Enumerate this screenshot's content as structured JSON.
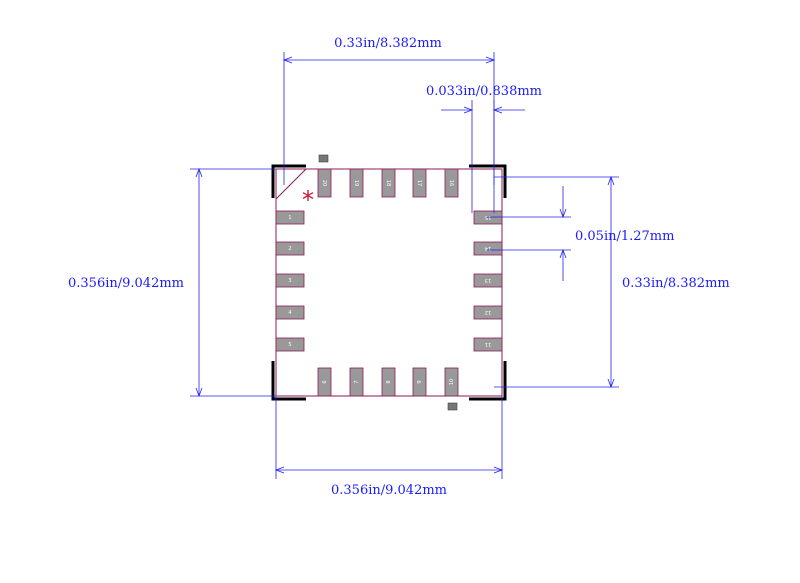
{
  "dimensions": {
    "top_width": "0.33in/8.382mm",
    "pad_width": "0.033in/0.838mm",
    "pitch": "0.05in/1.27mm",
    "right_height": "0.33in/8.382mm",
    "left_height": "0.356in/9.042mm",
    "bottom_width": "0.356in/9.042mm"
  },
  "pin1_marker": "*",
  "pins": {
    "top": [
      "20",
      "19",
      "18",
      "17",
      "16"
    ],
    "left": [
      "1",
      "2",
      "3",
      "4",
      "5"
    ],
    "right": [
      "15",
      "14",
      "13",
      "12",
      "11"
    ],
    "bottom": [
      "6",
      "7",
      "8",
      "9",
      "10"
    ]
  },
  "colors": {
    "dimension": "#2222ee",
    "outline": "#8b1a5c",
    "pad": "#999999",
    "corner": "#000000",
    "marker": "#cc1133"
  }
}
